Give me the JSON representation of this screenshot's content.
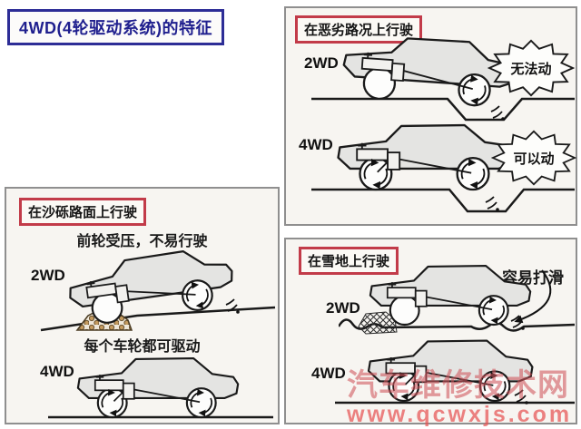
{
  "header": {
    "title": "4WD(4轮驱动系统)的特征"
  },
  "panels": {
    "bad_road": {
      "title": "在恶劣路况上行驶",
      "row_2wd": {
        "label": "2WD",
        "bubble": "无法动"
      },
      "row_4wd": {
        "label": "4WD",
        "bubble": "可以动"
      }
    },
    "gravel": {
      "title": "在沙砾路面上行驶",
      "caption_2wd": "前轮受压，不易行驶",
      "label_2wd": "2WD",
      "caption_4wd": "每个车轮都可驱动",
      "label_4wd": "4WD"
    },
    "snow": {
      "title": "在雪地上行驶",
      "annotation": "容易打滑",
      "label_2wd": "2WD",
      "label_4wd": "4WD"
    }
  },
  "watermark": {
    "line1": "汽车维修技术网",
    "line2": "www.qcwxjs.com"
  },
  "colors": {
    "title_blue": "#23238f",
    "label_red_border": "#c23b49",
    "car_body_fill": "#e4e4e2",
    "gravel_tan": "#c49a5e",
    "watermark_pink": "#e05a5a",
    "panel_border_gray": "#8f8f8f"
  }
}
